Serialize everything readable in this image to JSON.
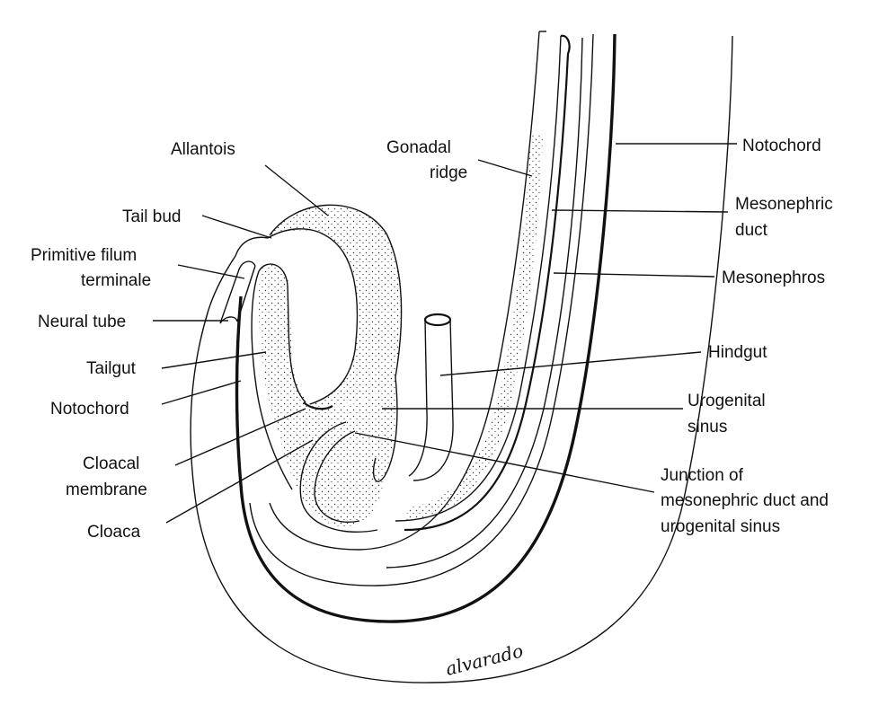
{
  "labels": {
    "allantois": "Allantois",
    "tail_bud": "Tail bud",
    "primitive_filum_1": "Primitive filum",
    "primitive_filum_2": "terminale",
    "neural_tube": "Neural tube",
    "tailgut": "Tailgut",
    "notochord_left": "Notochord",
    "cloacal_membrane_1": "Cloacal",
    "cloacal_membrane_2": "membrane",
    "cloaca": "Cloaca",
    "gonadal_ridge_1": "Gonadal",
    "gonadal_ridge_2": "ridge",
    "notochord_right": "Notochord",
    "mesonephric_duct_1": "Mesonephric",
    "mesonephric_duct_2": "duct",
    "mesonephros": "Mesonephros",
    "hindgut": "Hindgut",
    "urogenital_sinus_1": "Urogenital",
    "urogenital_sinus_2": "sinus",
    "junction_1": "Junction of",
    "junction_2": "mesonephric duct and",
    "junction_3": "urogenital sinus"
  },
  "signature": "alvarado"
}
